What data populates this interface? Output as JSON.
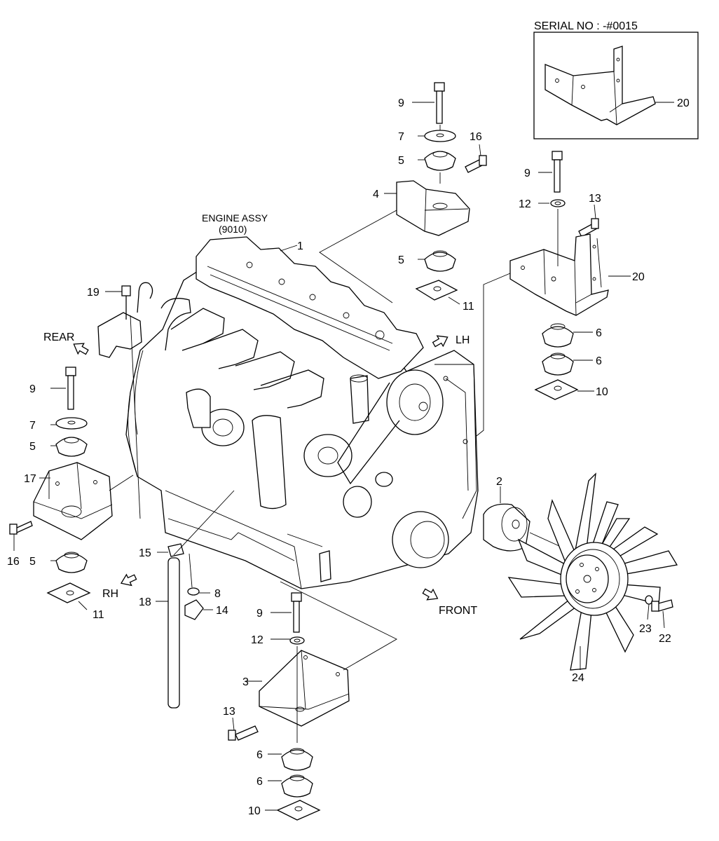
{
  "inset": {
    "serial_label": "SERIAL NO : -#0015"
  },
  "engine": {
    "title_line1": "ENGINE ASSY",
    "title_line2": "(9010)"
  },
  "directions": {
    "rear": "REAR",
    "lh": "LH",
    "rh": "RH",
    "front": "FRONT"
  },
  "callouts": [
    "20",
    "9",
    "7",
    "16",
    "5",
    "4",
    "9",
    "12",
    "13",
    "1",
    "5",
    "20",
    "11",
    "19",
    "6",
    "6",
    "10",
    "9",
    "7",
    "5",
    "17",
    "2",
    "16",
    "5",
    "15",
    "8",
    "18",
    "14",
    "11",
    "9",
    "12",
    "3",
    "13",
    "6",
    "6",
    "10",
    "23",
    "22",
    "24"
  ]
}
